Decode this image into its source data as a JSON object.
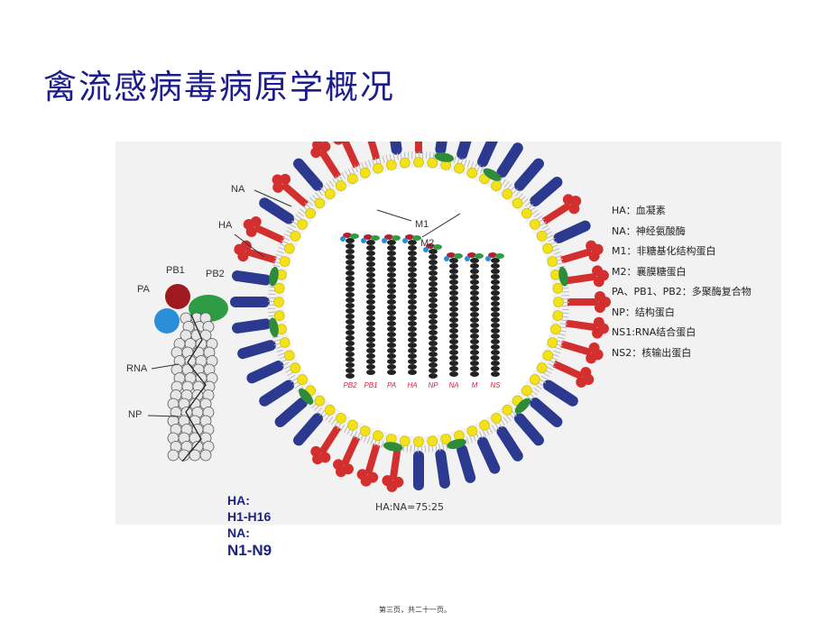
{
  "title": "禽流感病毒病原学概况",
  "diagram": {
    "labels": {
      "na": "NA",
      "ha": "HA",
      "m1": "M1",
      "m2": "M2",
      "pa": "PA",
      "pb1": "PB1",
      "pb2": "PB2",
      "rna": "RNA",
      "np": "NP"
    },
    "segments": [
      "PB2",
      "PB1",
      "PA",
      "HA",
      "NP",
      "NA",
      "M",
      "NS"
    ],
    "ratio": "HA:NA=75:25",
    "colors": {
      "spike_blue": "#2b3a8f",
      "ha_red": "#d32f2f",
      "m2_green": "#2e8b3a",
      "lipid_yellow": "#f2e21a",
      "pb1_red": "#a0191f",
      "pa_blue": "#2a8fd6",
      "pb2_green": "#2e9b45"
    }
  },
  "legend": [
    "HA：血凝素",
    "NA：神经氨酸酶",
    "M1：非糖基化结构蛋白",
    "M2：襄膜糖蛋白",
    "PA、PB1、PB2：多聚酶复合物",
    "NP：结构蛋白",
    "NS1:RNA结合蛋白",
    "NS2：核输出蛋白"
  ],
  "subtypes": {
    "ha_label": "HA:",
    "ha_range": "H1-H16",
    "na_label": "NA:",
    "na_range": "N1-N9"
  },
  "footer": "第三页，共二十一页。"
}
